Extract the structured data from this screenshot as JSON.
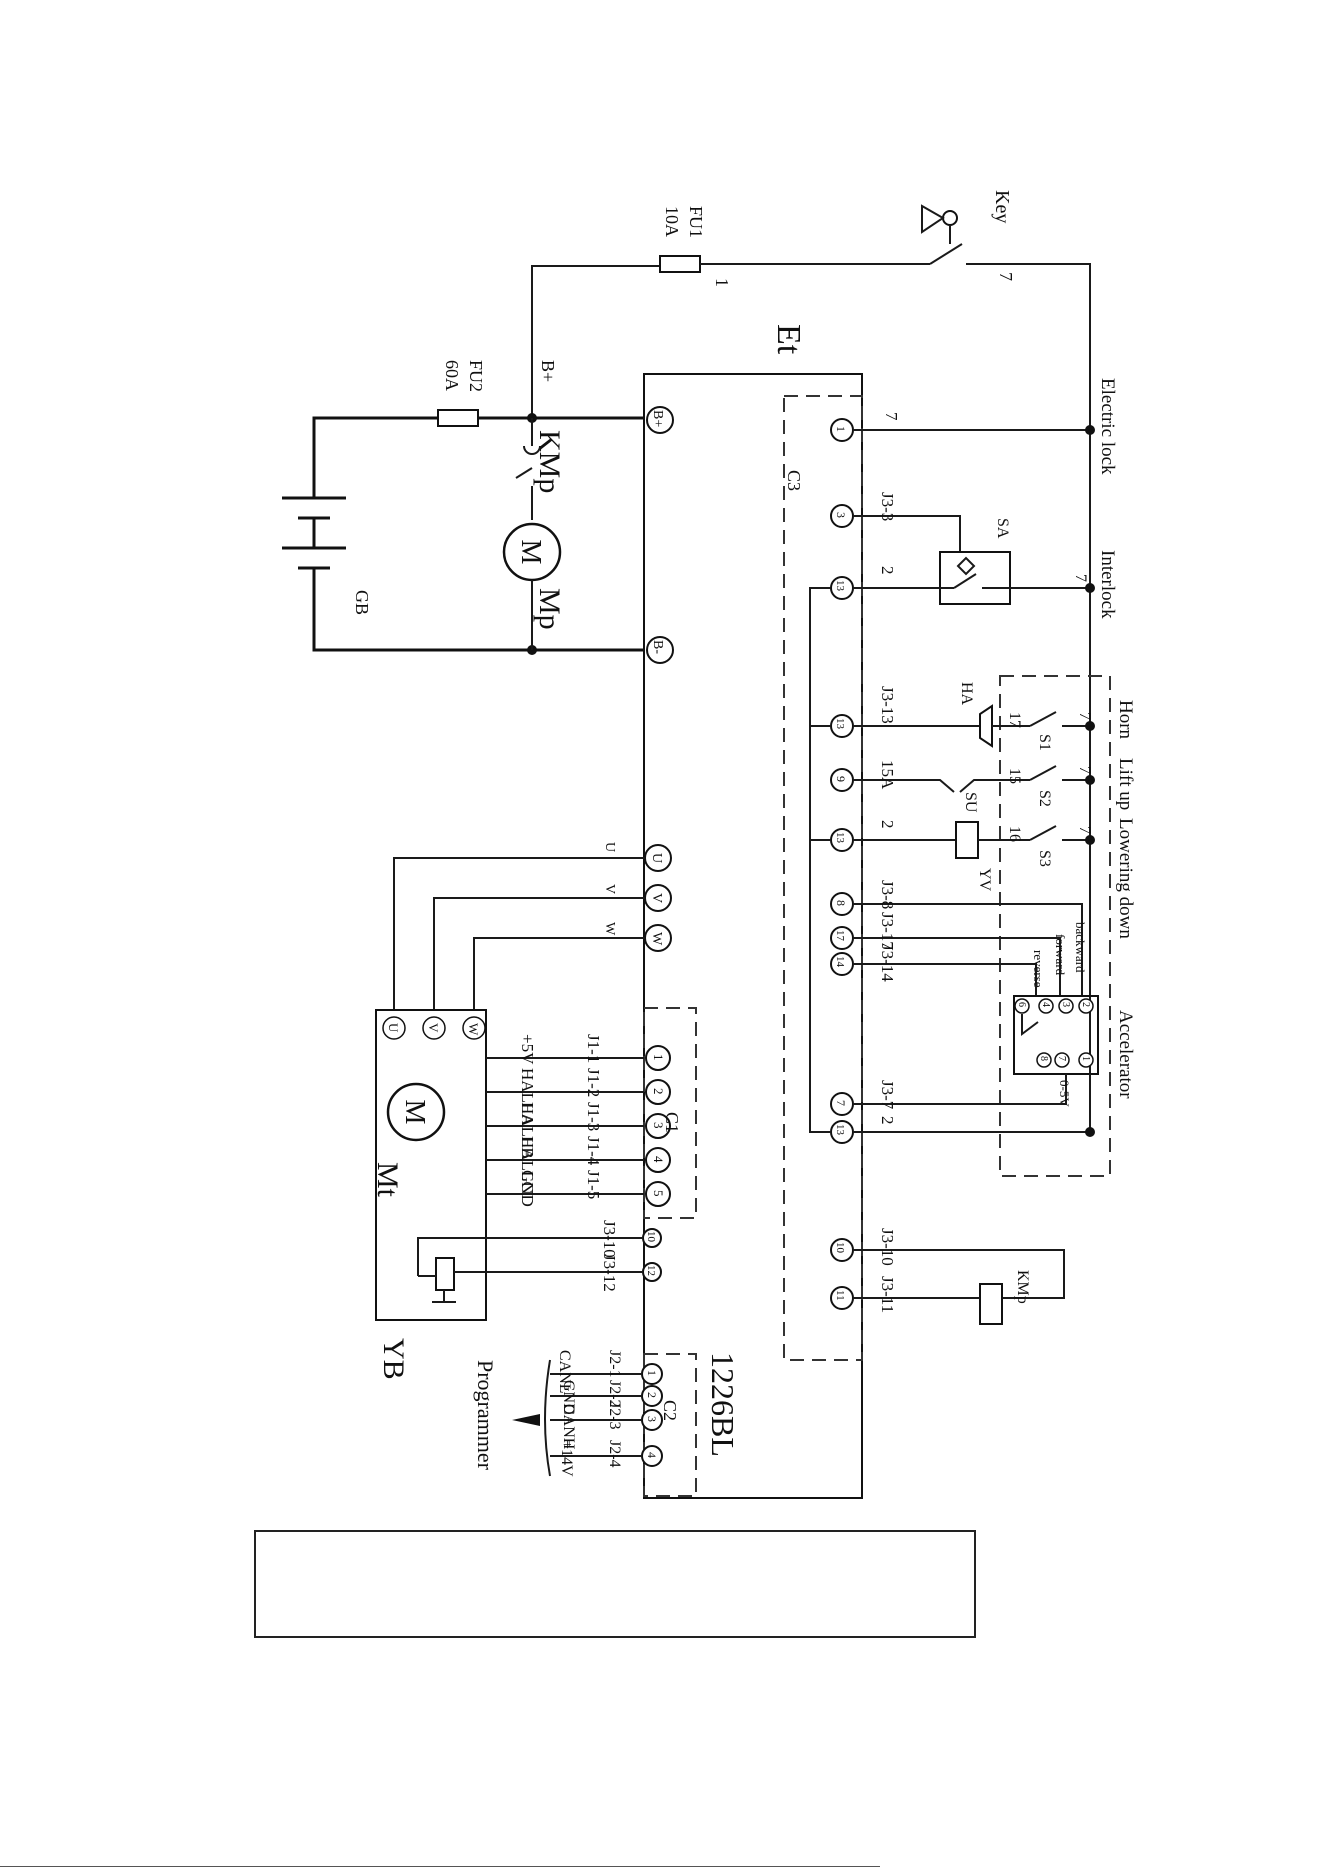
{
  "labels": {
    "key": "Key",
    "key_wire": "7",
    "fu1": "FU1",
    "fu1_rating": "10A",
    "fu1_wire": "1",
    "et": "Et",
    "fu2": "FU2",
    "fu2_rating": "60A",
    "b_plus": "B+",
    "kmp": "KMp",
    "mp": "Mp",
    "gb": "GB",
    "motor_m": "M",
    "c3": "C3",
    "c1": "C1",
    "c2": "C2",
    "controller_model": "1226BL",
    "mt": "Mt",
    "yb": "YB",
    "programmer": "Programmer",
    "sa": "SA",
    "ha": "HA",
    "su": "SU",
    "yv": "YV",
    "s1": "S1",
    "s2": "S2",
    "s3": "S3",
    "electric_lock": "Electric lock",
    "interlock": "Interlock",
    "horn": "Horn",
    "lift_up": "Lift up",
    "lowering_down": "Lowering down",
    "accelerator": "Accelerator",
    "backward": "backward",
    "forward": "forward",
    "reverse": "reverse",
    "zero_five_v": "0-5V",
    "kmp_coil": "KMp"
  },
  "terminals": {
    "b_plus": "B+",
    "b_minus": "B-",
    "u": "U",
    "v": "V",
    "w": "W"
  },
  "c3_pins": [
    {
      "pin": "1",
      "wire": "7"
    },
    {
      "pin": "3",
      "wire": "J3-3"
    },
    {
      "pin": "13",
      "wire": "2"
    },
    {
      "pin": "13",
      "wire": "J3-13"
    },
    {
      "pin": "9",
      "wire": "15A"
    },
    {
      "pin": "13",
      "wire": "2"
    },
    {
      "pin": "8",
      "wire": "J3-8"
    },
    {
      "pin": "17",
      "wire": "J3-17"
    },
    {
      "pin": "14",
      "wire": "J3-14"
    },
    {
      "pin": "7",
      "wire": "J3-7"
    },
    {
      "pin": "13",
      "wire": "2"
    },
    {
      "pin": "10",
      "wire": "J3-10"
    },
    {
      "pin": "11",
      "wire": "J3-11"
    }
  ],
  "c1_pins": [
    {
      "pin": "1",
      "wire": "J1-1",
      "signal": "+5V"
    },
    {
      "pin": "2",
      "wire": "J1-2",
      "signal": "HALLA"
    },
    {
      "pin": "3",
      "wire": "J1-3",
      "signal": "HALLB"
    },
    {
      "pin": "4",
      "wire": "J1-4",
      "signal": "HALLC"
    },
    {
      "pin": "5",
      "wire": "J1-5",
      "signal": "GND"
    }
  ],
  "brake_pins": [
    {
      "pin": "10",
      "wire": "J3-10"
    },
    {
      "pin": "12",
      "wire": "J3-12"
    }
  ],
  "c2_pins": [
    {
      "pin": "1",
      "wire": "J2-1",
      "signal": "CANL"
    },
    {
      "pin": "2",
      "wire": "J2-2",
      "signal": "GND"
    },
    {
      "pin": "3",
      "wire": "J2-3",
      "signal": "CANH"
    },
    {
      "pin": "4",
      "wire": "J2-4",
      "signal": "+14V"
    }
  ],
  "switch_wires": {
    "right_7": "7",
    "s1_in": "17",
    "s2_in": "15",
    "s3_in": "16"
  },
  "accelerator_pins": [
    "2",
    "3",
    "4",
    "6",
    "8",
    "7",
    "1"
  ],
  "note_box": ""
}
